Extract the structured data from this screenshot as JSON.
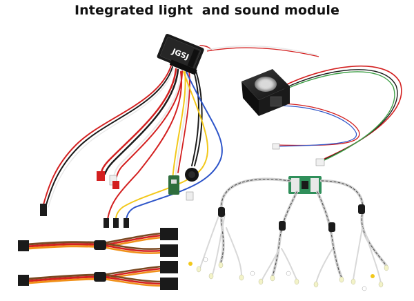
{
  "title": "Integrated light  and sound module",
  "colors": {
    "background": "#ffffff",
    "title": "#111111",
    "module_body": "#1a1a1a",
    "wire_red": "#d32020",
    "wire_black": "#1c1c1c",
    "wire_white": "#e9e9e9",
    "wire_yellow": "#f2c81a",
    "wire_blue": "#2e55c9",
    "wire_orange": "#f09018",
    "wire_brown": "#7a4a22",
    "wire_green": "#3fa047",
    "led_board": "#2f8f5a"
  },
  "module": {
    "brand": "JGSJ"
  },
  "objects": [
    "main-control-module",
    "speaker",
    "servo-y-cables",
    "led-distribution-board",
    "led-harness-bundles"
  ]
}
